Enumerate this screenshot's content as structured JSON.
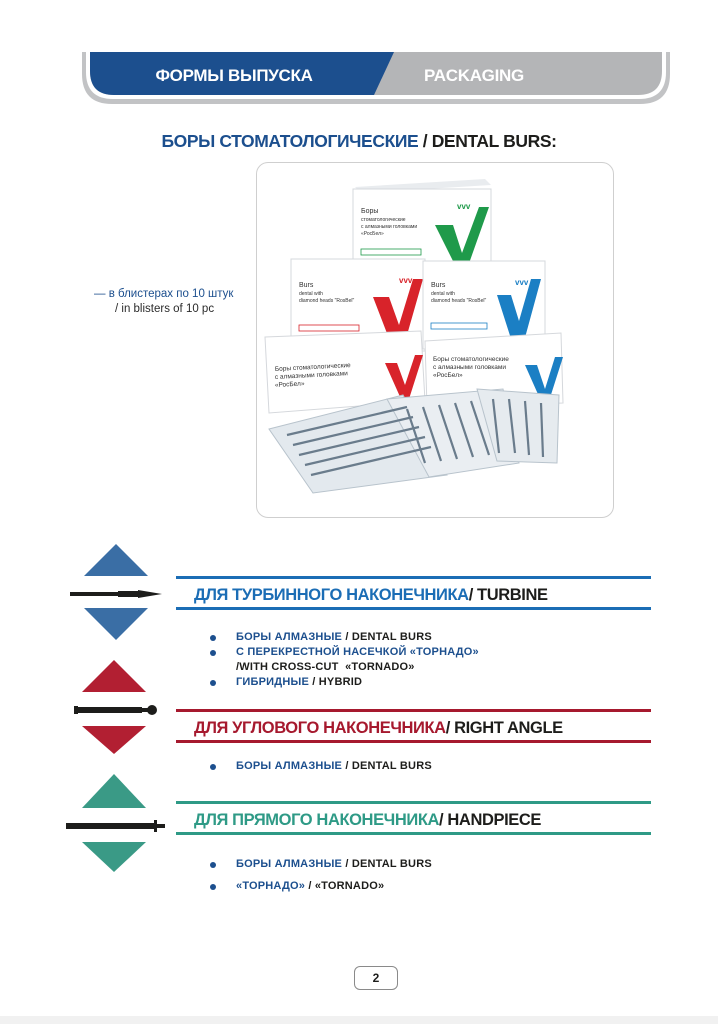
{
  "header": {
    "title_ru": "ФОРМЫ ВЫПУСКА",
    "title_en": "PACKAGING",
    "colors": {
      "primary": "#1c4f8e",
      "secondary": "#b4b5b7"
    }
  },
  "section": {
    "title_ru": "БОРЫ СТОМАТОЛОГИЧЕСКИЕ",
    "separator": " / ",
    "title_en": "DENTAL BURS:"
  },
  "photo": {
    "boxes": [
      {
        "line1": "Боры",
        "line2": "стоматологические",
        "line3": "с алмазными головками",
        "line4": "«РосБел»",
        "accent": "#1f9a4a"
      },
      {
        "line1": "Burs",
        "line2": "dental with",
        "line3": "diamond heads \"RosBel\"",
        "line4": "",
        "accent": "#d8232a"
      },
      {
        "line1": "Burs",
        "line2": "dental with",
        "line3": "diamond heads \"RosBel\"",
        "line4": "",
        "accent": "#1b7fc4"
      },
      {
        "line1": "Боры стоматологические",
        "line2": "с алмазными головками",
        "line3": "«РосБел»",
        "line4": "",
        "accent": "#d8232a"
      },
      {
        "line1": "Боры стоматологические",
        "line2": "с алмазными головками",
        "line3": "«РосБел»",
        "line4": "",
        "accent": "#1b7fc4"
      }
    ]
  },
  "blister_note": {
    "ru": "— в блистерах по 10 штук",
    "en": "/ in blisters of 10 pc"
  },
  "categories": [
    {
      "title_ru": "ДЛЯ ТУРБИННОГО НАКОНЕЧНИКА",
      "title_en": "/ TURBINE",
      "color": "#1b6db5",
      "arrow_color": "#3a6ea5",
      "tool_icon": "turbine-bur-icon",
      "items": [
        {
          "ru": "БОРЫ АЛМАЗНЫЕ",
          "sep": " / ",
          "en": "DENTAL BURS"
        },
        {
          "ru": "С ПЕРЕКРЕСТНОЙ НАСЕЧКОЙ «ТОРНАДО»",
          "sep": "",
          "en": ""
        },
        {
          "ru": "",
          "sep": "",
          "en": "/WITH CROSS-CUT  «TORNADO»",
          "sub": true
        },
        {
          "ru": "ГИБРИДНЫЕ",
          "sep": " / ",
          "en": "HYBRID"
        }
      ]
    },
    {
      "title_ru": "ДЛЯ УГЛОВОГО НАКОНЕЧНИКА",
      "title_en": "/ RIGHT ANGLE",
      "color": "#a6192e",
      "arrow_color": "#b21f32",
      "tool_icon": "right-angle-bur-icon",
      "items": [
        {
          "ru": "БОРЫ АЛМАЗНЫЕ",
          "sep": " / ",
          "en": "DENTAL BURS"
        }
      ]
    },
    {
      "title_ru": "ДЛЯ ПРЯМОГО НАКОНЕЧНИКА",
      "title_en": "/ HANDPIECE",
      "color": "#2e9a86",
      "arrow_color": "#3a9a86",
      "tool_icon": "handpiece-bur-icon",
      "items": [
        {
          "ru": "БОРЫ АЛМАЗНЫЕ",
          "sep": " / ",
          "en": "DENTAL BURS"
        },
        {
          "ru": "«ТОРНАДО»",
          "sep": " / ",
          "en": "«TORNADO»"
        }
      ]
    }
  ],
  "page_number": "2"
}
